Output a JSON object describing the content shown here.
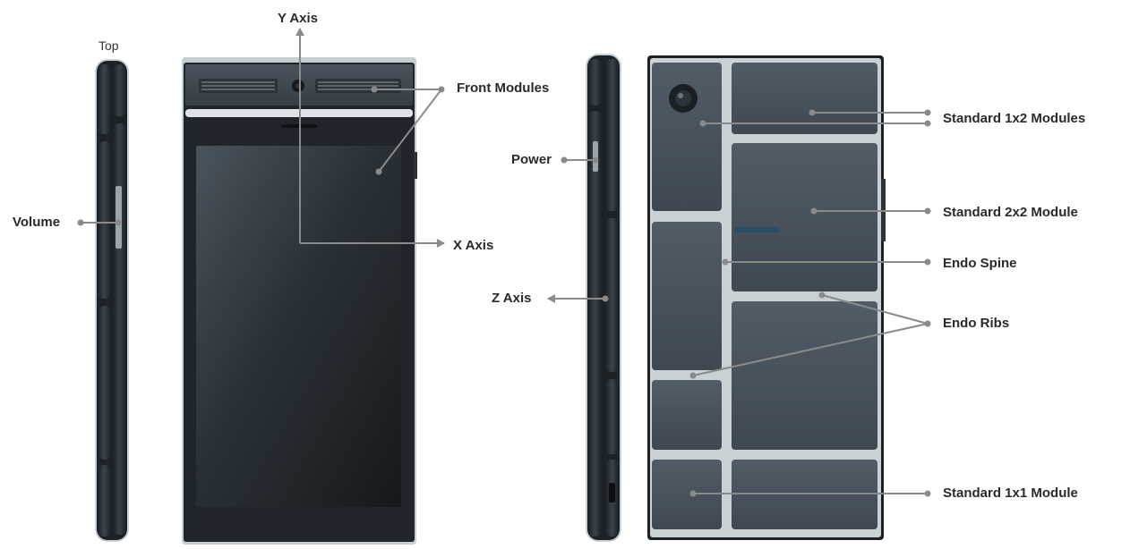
{
  "labels": {
    "top": "Top",
    "volume": "Volume",
    "y_axis": "Y Axis",
    "front_modules": "Front Modules",
    "x_axis": "X Axis",
    "power": "Power",
    "z_axis": "Z Axis",
    "standard_1x2_modules": "Standard 1x2 Modules",
    "standard_2x2_module": "Standard 2x2 Module",
    "endo_spine": "Endo Spine",
    "endo_ribs": "Endo Ribs",
    "standard_1x1_module": "Standard 1x1 Module"
  },
  "colors": {
    "module": "#46505a",
    "frame": "#9aa4ab",
    "body_dark": "#1e2429",
    "callout": "#8a8a8a",
    "label": "#2a2a2a"
  }
}
